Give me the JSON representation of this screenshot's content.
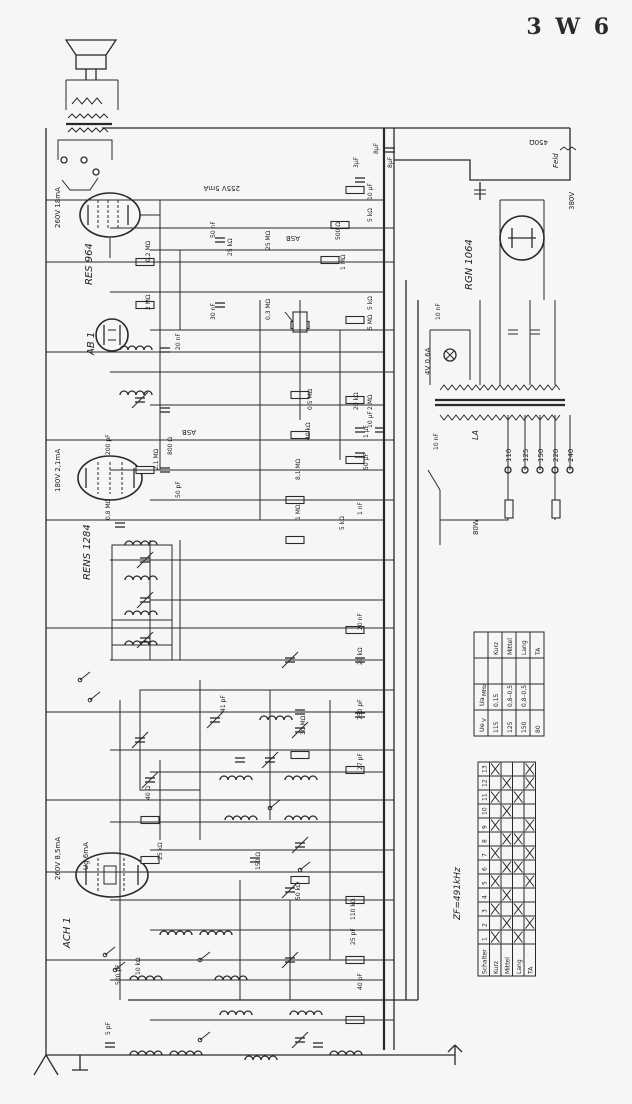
{
  "title": "3 W 6",
  "tubes": [
    "RES 964",
    "AB 1",
    "RENS 1284",
    "ACH 1",
    "RGN 1064"
  ],
  "notes": {
    "power_tube_current": "260V 18mA",
    "screen_current": "255V 5mA",
    "rens_current": "180V 2,1mA",
    "ach_current": "260V 8,5mA",
    "ach_screen": "Ug 6mA",
    "if_frequency": "ZF=491kHz",
    "mains_power": "80W",
    "anode_voltage": "380V",
    "heater": "4V 0,6A",
    "field": "Feld",
    "field_res": "450Ω",
    "avc": "ASB",
    "avc2": "ASB",
    "la": "LA"
  },
  "mains_taps": [
    "110",
    "125",
    "150",
    "220",
    "240"
  ],
  "component_labels": [
    "8μF",
    "3μF",
    "8μF",
    "500 Ω",
    "1 MΩ",
    "10 μF",
    "5 kΩ",
    "5 MΩ",
    "0,2 MΩ",
    "50 nF",
    "25 kΩ",
    "25 MΩ",
    "2 MΩ",
    "30 nF",
    "0,3 MΩ",
    "20 nF",
    "5 kΩ",
    "2 MΩ",
    "10 μF",
    "40 kΩ",
    "0,5 MΩ",
    "20 kΩ",
    "1 μF",
    "50 μF",
    "200 pF",
    "2,1 MΩ",
    "800 Ω",
    "50 pF",
    "0,8 MΩ",
    "8,1 MΩ",
    "1 MΩ",
    "5 kΩ",
    "1 nF",
    "20 nF",
    "20 kΩ",
    "750 pF",
    "27 pF",
    "41 pF",
    "30 MΩ",
    "150 Ω",
    "25 kΩ",
    "50 kΩ",
    "110 kΩ",
    "25 pF",
    "40 pF",
    "5 pF",
    "10 kΩ",
    "500 pF",
    "40 Ω",
    "10 nF",
    "10 nF"
  ],
  "switch_table": {
    "headers": [
      "",
      "",
      "Ua",
      "Ue"
    ],
    "units": [
      "",
      "",
      "MHz",
      "V"
    ],
    "rows": [
      [
        "Kurz",
        "",
        "0,15",
        "115"
      ],
      [
        "Mittel",
        "",
        "0,8–0,5",
        "125"
      ],
      [
        "Lang",
        "",
        "0,8–0,5",
        "150"
      ],
      [
        "TA",
        "",
        "",
        "80"
      ]
    ]
  },
  "contact_table": {
    "header_label": "Schalter",
    "contacts": [
      "1",
      "2",
      "3",
      "4",
      "5",
      "6",
      "7",
      "8",
      "9",
      "10",
      "11",
      "12",
      "13"
    ],
    "rows": [
      "Kurz",
      "Mittel",
      "Lang",
      "TA"
    ],
    "closed": [
      [
        1,
        3,
        5,
        7,
        9,
        11,
        13
      ],
      [
        2,
        4,
        6,
        8,
        10,
        12
      ],
      [
        1,
        3,
        6,
        8,
        11
      ],
      [
        2,
        5,
        7,
        9,
        12,
        13
      ]
    ]
  }
}
